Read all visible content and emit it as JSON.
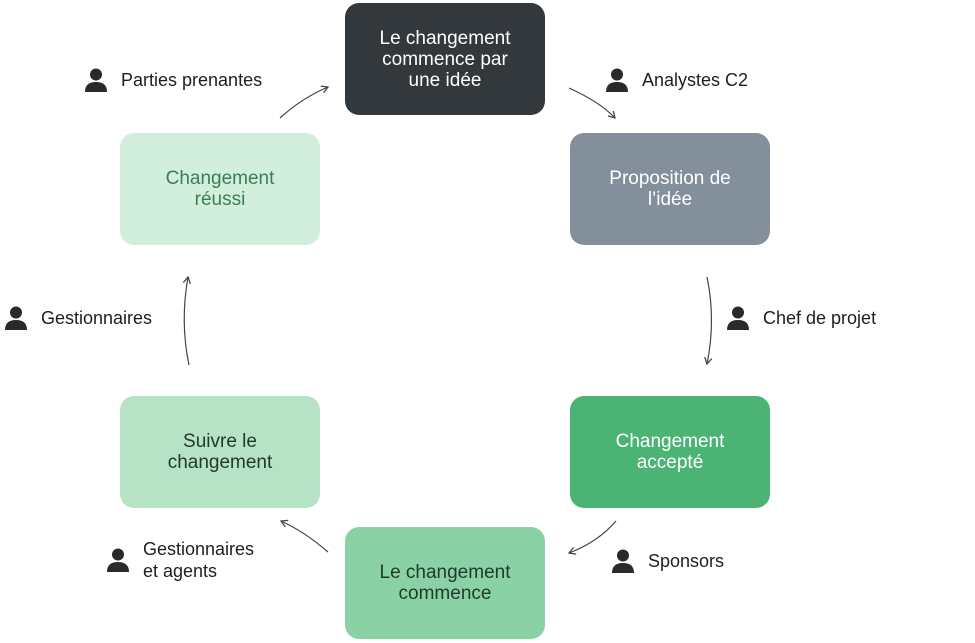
{
  "nodes": {
    "idea": [
      "Le changement",
      "commence par",
      "une idée"
    ],
    "proposal": [
      "Proposition de",
      "l’idée"
    ],
    "accepted": [
      "Changement",
      "accepté"
    ],
    "starts": [
      "Le changement",
      "commence"
    ],
    "follow": [
      "Suivre le",
      "changement"
    ],
    "success": [
      "Changement",
      "réussi"
    ]
  },
  "roles": {
    "stakeholders": "Parties prenantes",
    "analysts": "Analystes C2",
    "project_lead": "Chef de projet",
    "managers": "Gestionnaires",
    "managers_agents": [
      "Gestionnaires",
      "et agents"
    ],
    "sponsors": "Sponsors"
  },
  "icons": {
    "role": "person-icon",
    "connector": "curved-arrow-icon"
  },
  "colors": {
    "idea": "#33383d",
    "proposal": "#848f9c",
    "accepted": "#4bb374",
    "starts": "#8bd1a6",
    "follow": "#b6e2c6",
    "success": "#d2eedc"
  }
}
